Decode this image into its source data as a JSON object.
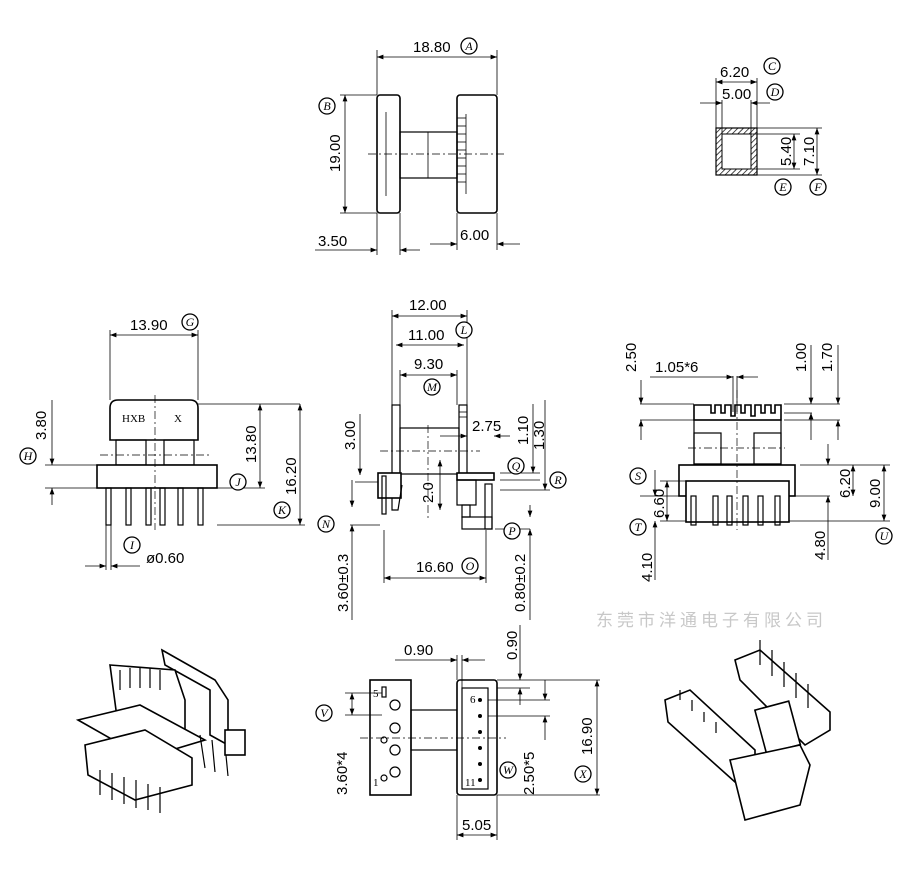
{
  "dimensions": {
    "A": "18.80",
    "B": "19.00",
    "b_w": "3.50",
    "b_r": "6.00",
    "C": "6.20",
    "D": "5.00",
    "E": "5.40",
    "F": "7.10",
    "G": "13.90",
    "H": "3.80",
    "J": "13.80",
    "K": "16.20",
    "I": "ø0.60",
    "L12": "12.00",
    "L": "11.00",
    "M": "9.30",
    "c300": "3.00",
    "c275": "2.75",
    "Q": "1.10",
    "R": "1.30",
    "c20": "2.0",
    "N": "3.60±0.3",
    "O": "16.60",
    "P": "0.80±0.2",
    "r250": "2.50",
    "r105": "1.05*6",
    "r100": "1.00",
    "r170": "1.70",
    "S": "6.60",
    "T": "4.10",
    "r620": "6.20",
    "r480": "4.80",
    "U": "9.00",
    "b090": "0.90",
    "b090v": "0.90",
    "V": "3.60*4",
    "W": "2.50*5",
    "X": "16.90",
    "b505": "5.05"
  },
  "tags": [
    "A",
    "B",
    "C",
    "D",
    "E",
    "F",
    "G",
    "H",
    "I",
    "J",
    "K",
    "L",
    "M",
    "N",
    "O",
    "P",
    "Q",
    "R",
    "S",
    "T",
    "U",
    "V",
    "W",
    "X"
  ],
  "marking": {
    "left": "HXB",
    "right": "X"
  },
  "pin_numbers": {
    "p5": "5",
    "p1": "1",
    "p6": "6",
    "p11": "11"
  },
  "watermark": "东莞市洋通电子有限公司"
}
